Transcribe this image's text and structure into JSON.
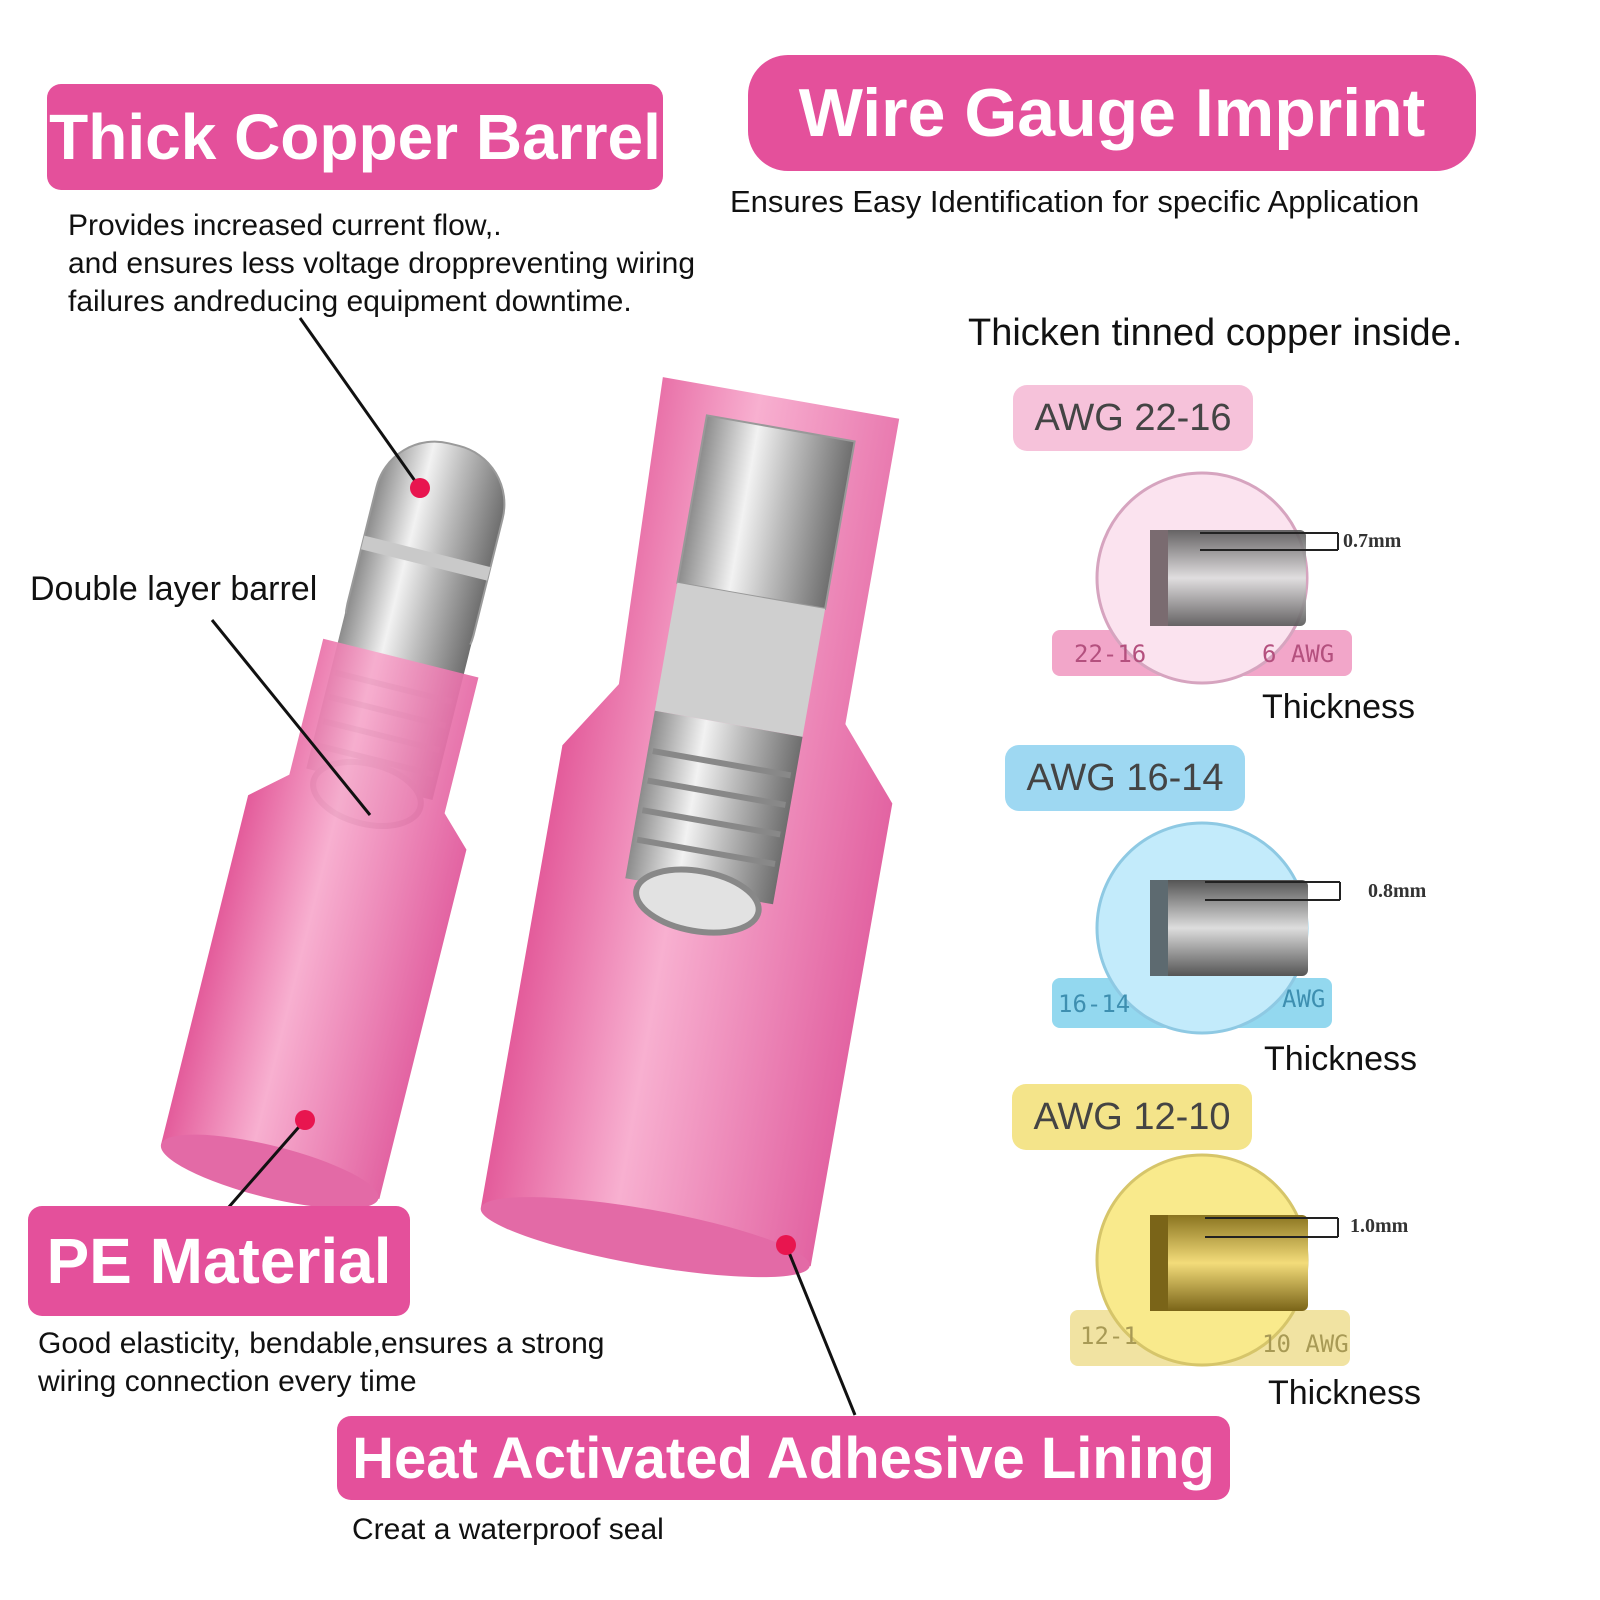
{
  "features": {
    "copper_barrel": {
      "title": "Thick Copper Barrel",
      "desc": [
        "Provides increased current flow,.",
        "and ensures less voltage droppreventing wiring",
        "failures andreducing equipment downtime."
      ]
    },
    "double_layer": {
      "label": "Double layer barrel"
    },
    "pe_material": {
      "title": "PE Material",
      "desc": [
        "Good elasticity, bendable,ensures a strong",
        "wiring connection every time"
      ]
    },
    "adhesive": {
      "title": "Heat Activated Adhesive Lining",
      "desc": "Creat a waterproof seal"
    },
    "imprint": {
      "title": "Wire Gauge Imprint",
      "desc": "Ensures Easy Identification for specific Application"
    }
  },
  "copper_inside": "Thicken tinned copper inside.",
  "gauges": [
    {
      "label": "AWG 22-16",
      "thickness": "0.7mm",
      "caption": "Thickness",
      "left_imprint": "22-16",
      "right_imprint": "6 AWG",
      "color": "#f4b4d0"
    },
    {
      "label": "AWG 16-14",
      "thickness": "0.8mm",
      "caption": "Thickness",
      "left_imprint": "16-14",
      "right_imprint": "AWG",
      "color": "#8fd3f2"
    },
    {
      "label": "AWG 12-10",
      "thickness": "1.0mm",
      "caption": "Thickness",
      "left_imprint": "12-1",
      "right_imprint": "10 AWG",
      "color": "#f5e07a"
    }
  ],
  "colors": {
    "accent": "#e4509b",
    "terminal_pink": "#ef7fb3"
  }
}
